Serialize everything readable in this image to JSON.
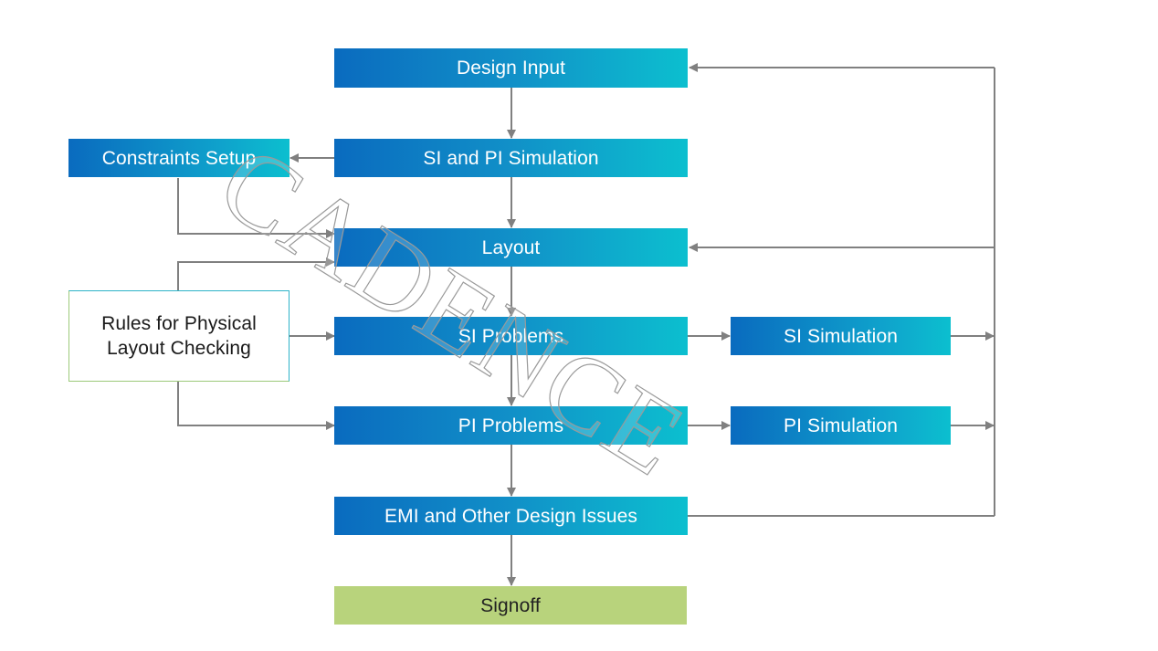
{
  "diagram": {
    "nodes": {
      "design_input": "Design Input",
      "si_pi_simulation": "SI and PI Simulation",
      "constraints_setup": "Constraints Setup",
      "layout": "Layout",
      "rules": [
        "Rules for Physical",
        "Layout Checking"
      ],
      "si_problems": "SI Problems",
      "si_simulation": "SI Simulation",
      "pi_problems": "PI Problems",
      "pi_simulation": "PI Simulation",
      "emi": "EMI and Other Design Issues",
      "signoff": "Signoff"
    },
    "watermark": "CADENCE",
    "colors": {
      "box_gradient_start": "#0a6bbf",
      "box_gradient_end": "#0cbfcf",
      "signoff_fill": "#b8d37c",
      "connector": "#808080"
    }
  }
}
